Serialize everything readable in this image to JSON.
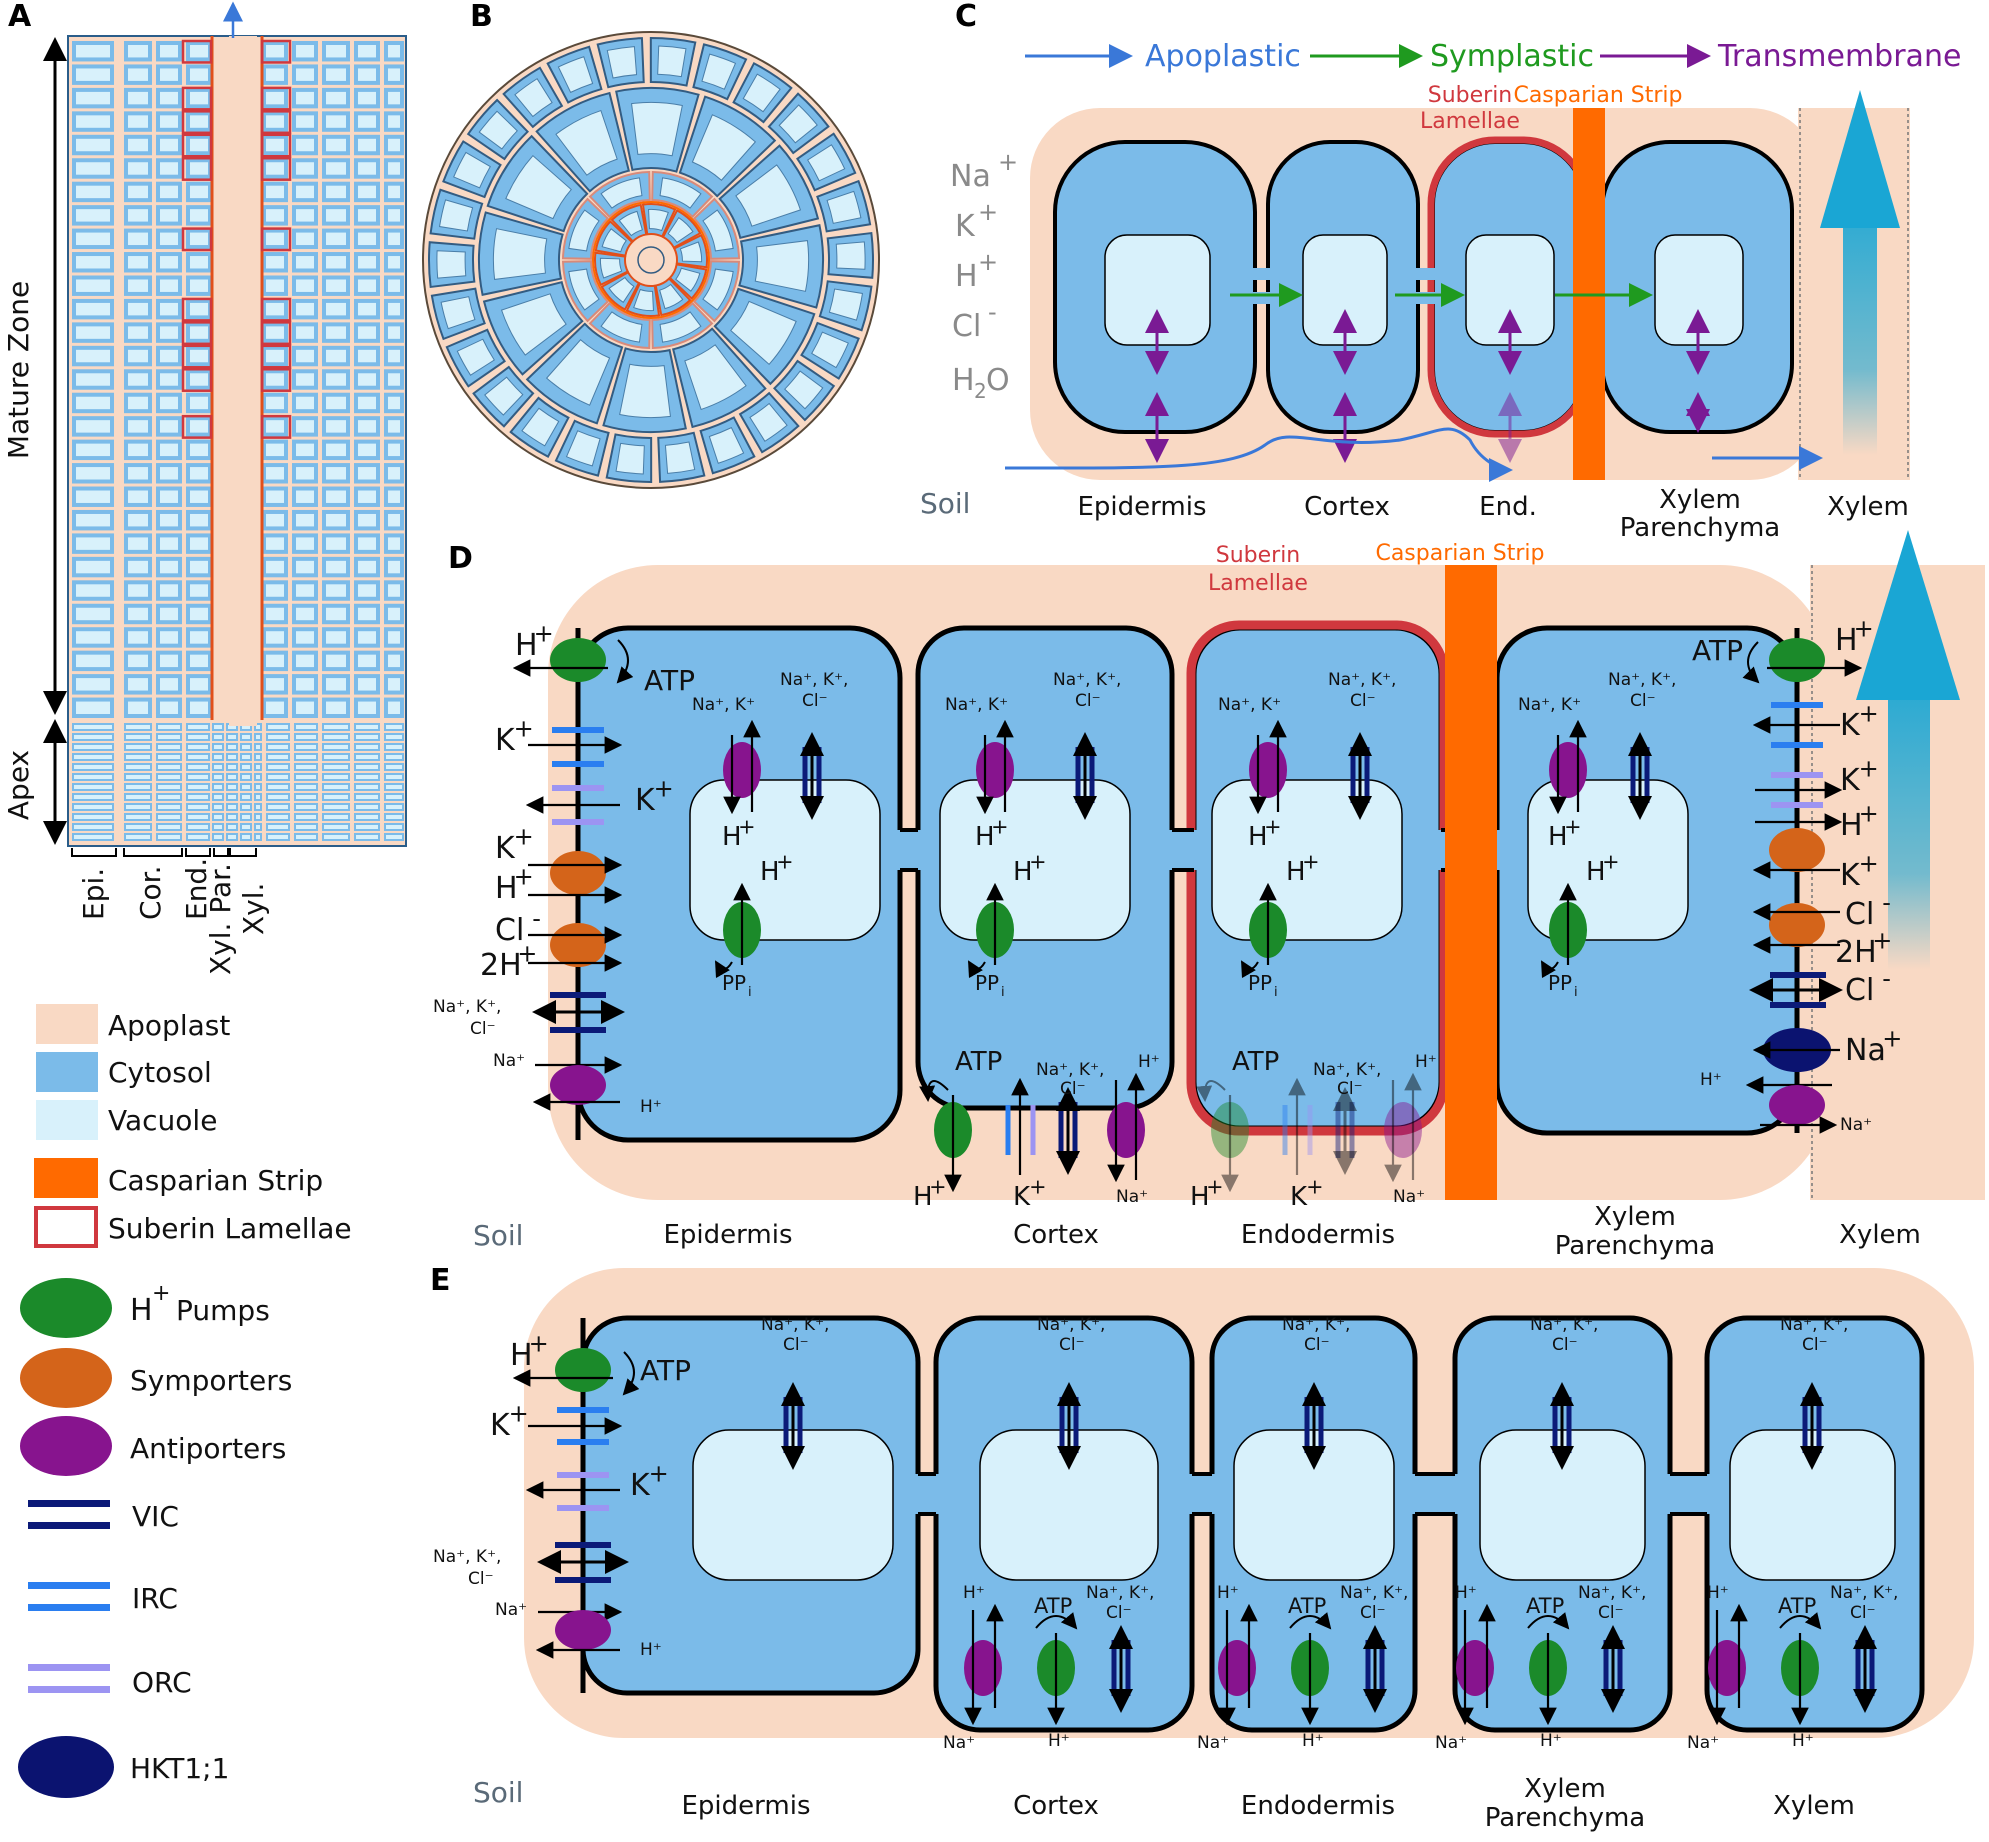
{
  "panels": {
    "A": {
      "letter": "A",
      "mature_zone": "Mature Zone",
      "apex": "Apex",
      "tissues": [
        "Epi.",
        "Cor.",
        "End.",
        "Xyl. Par.",
        "Xyl."
      ]
    },
    "B": {
      "letter": "B"
    },
    "C": {
      "letter": "C",
      "pathways": [
        "Apoplastic",
        "Symplastic",
        "Transmembrane"
      ],
      "suberin": [
        "Suberin",
        "Lamellae"
      ],
      "casparian": "Casparian Strip",
      "ions": [
        "Na",
        "K",
        "H",
        "Cl",
        "H",
        "O"
      ],
      "soil": "Soil",
      "cells": [
        "Epidermis",
        "Cortex",
        "End.",
        "Xylem",
        "Parenchyma",
        "Xylem"
      ]
    },
    "D": {
      "letter": "D",
      "suberin": [
        "Suberin",
        "Lamellae"
      ],
      "casparian": "Casparian Strip",
      "soil": "Soil",
      "cells": [
        "Epidermis",
        "Cortex",
        "Endodermis",
        "Xylem",
        "Parenchyma",
        "Xylem"
      ]
    },
    "E": {
      "letter": "E",
      "soil": "Soil",
      "cells": [
        "Epidermis",
        "Cortex",
        "Endodermis",
        "Xylem",
        "Parenchyma",
        "Xylem"
      ]
    }
  },
  "legend": {
    "apoplast": "Apoplast",
    "cytosol": "Cytosol",
    "vacuole": "Vacuole",
    "casparian": "Casparian Strip",
    "suberin": "Suberin Lamellae",
    "h_pumps": "Pumps",
    "symporters": "Symporters",
    "antiporters": "Antiporters",
    "vic": "VIC",
    "irc": "IRC",
    "orc": "ORC",
    "hkt": "HKT1;1"
  },
  "labels": {
    "atp": "ATP",
    "ppi": "PP",
    "ppi_sub": "i",
    "naKCl": "Na⁺, K⁺,",
    "cl": "Cl⁻",
    "naK": "Na⁺, K⁺",
    "hplus": "H⁺",
    "naplus": "Na⁺",
    "H": "H",
    "K": "K",
    "Cl": "Cl",
    "Na": "Na",
    "twoH": "2H",
    "plus": "+",
    "minus": "-"
  },
  "colors": {
    "apoplast": "#f9d9c4",
    "cytosol": "#7bbbe9",
    "vacuole": "#d8f1fb",
    "casparian": "#ff6a00",
    "suberin": "#d0383e",
    "pump": "#1b8a2a",
    "symporter": "#d4641a",
    "antiporter": "#87148e",
    "vic": "#0b1a78",
    "irc": "#2a7ef0",
    "orc": "#9c94f2",
    "hkt": "#0b1370",
    "apoplastic": "#3a78d8",
    "symplastic": "#1f9a1f",
    "transmembrane": "#7a1a94",
    "xylem_arrow": "#1aa6d4"
  }
}
